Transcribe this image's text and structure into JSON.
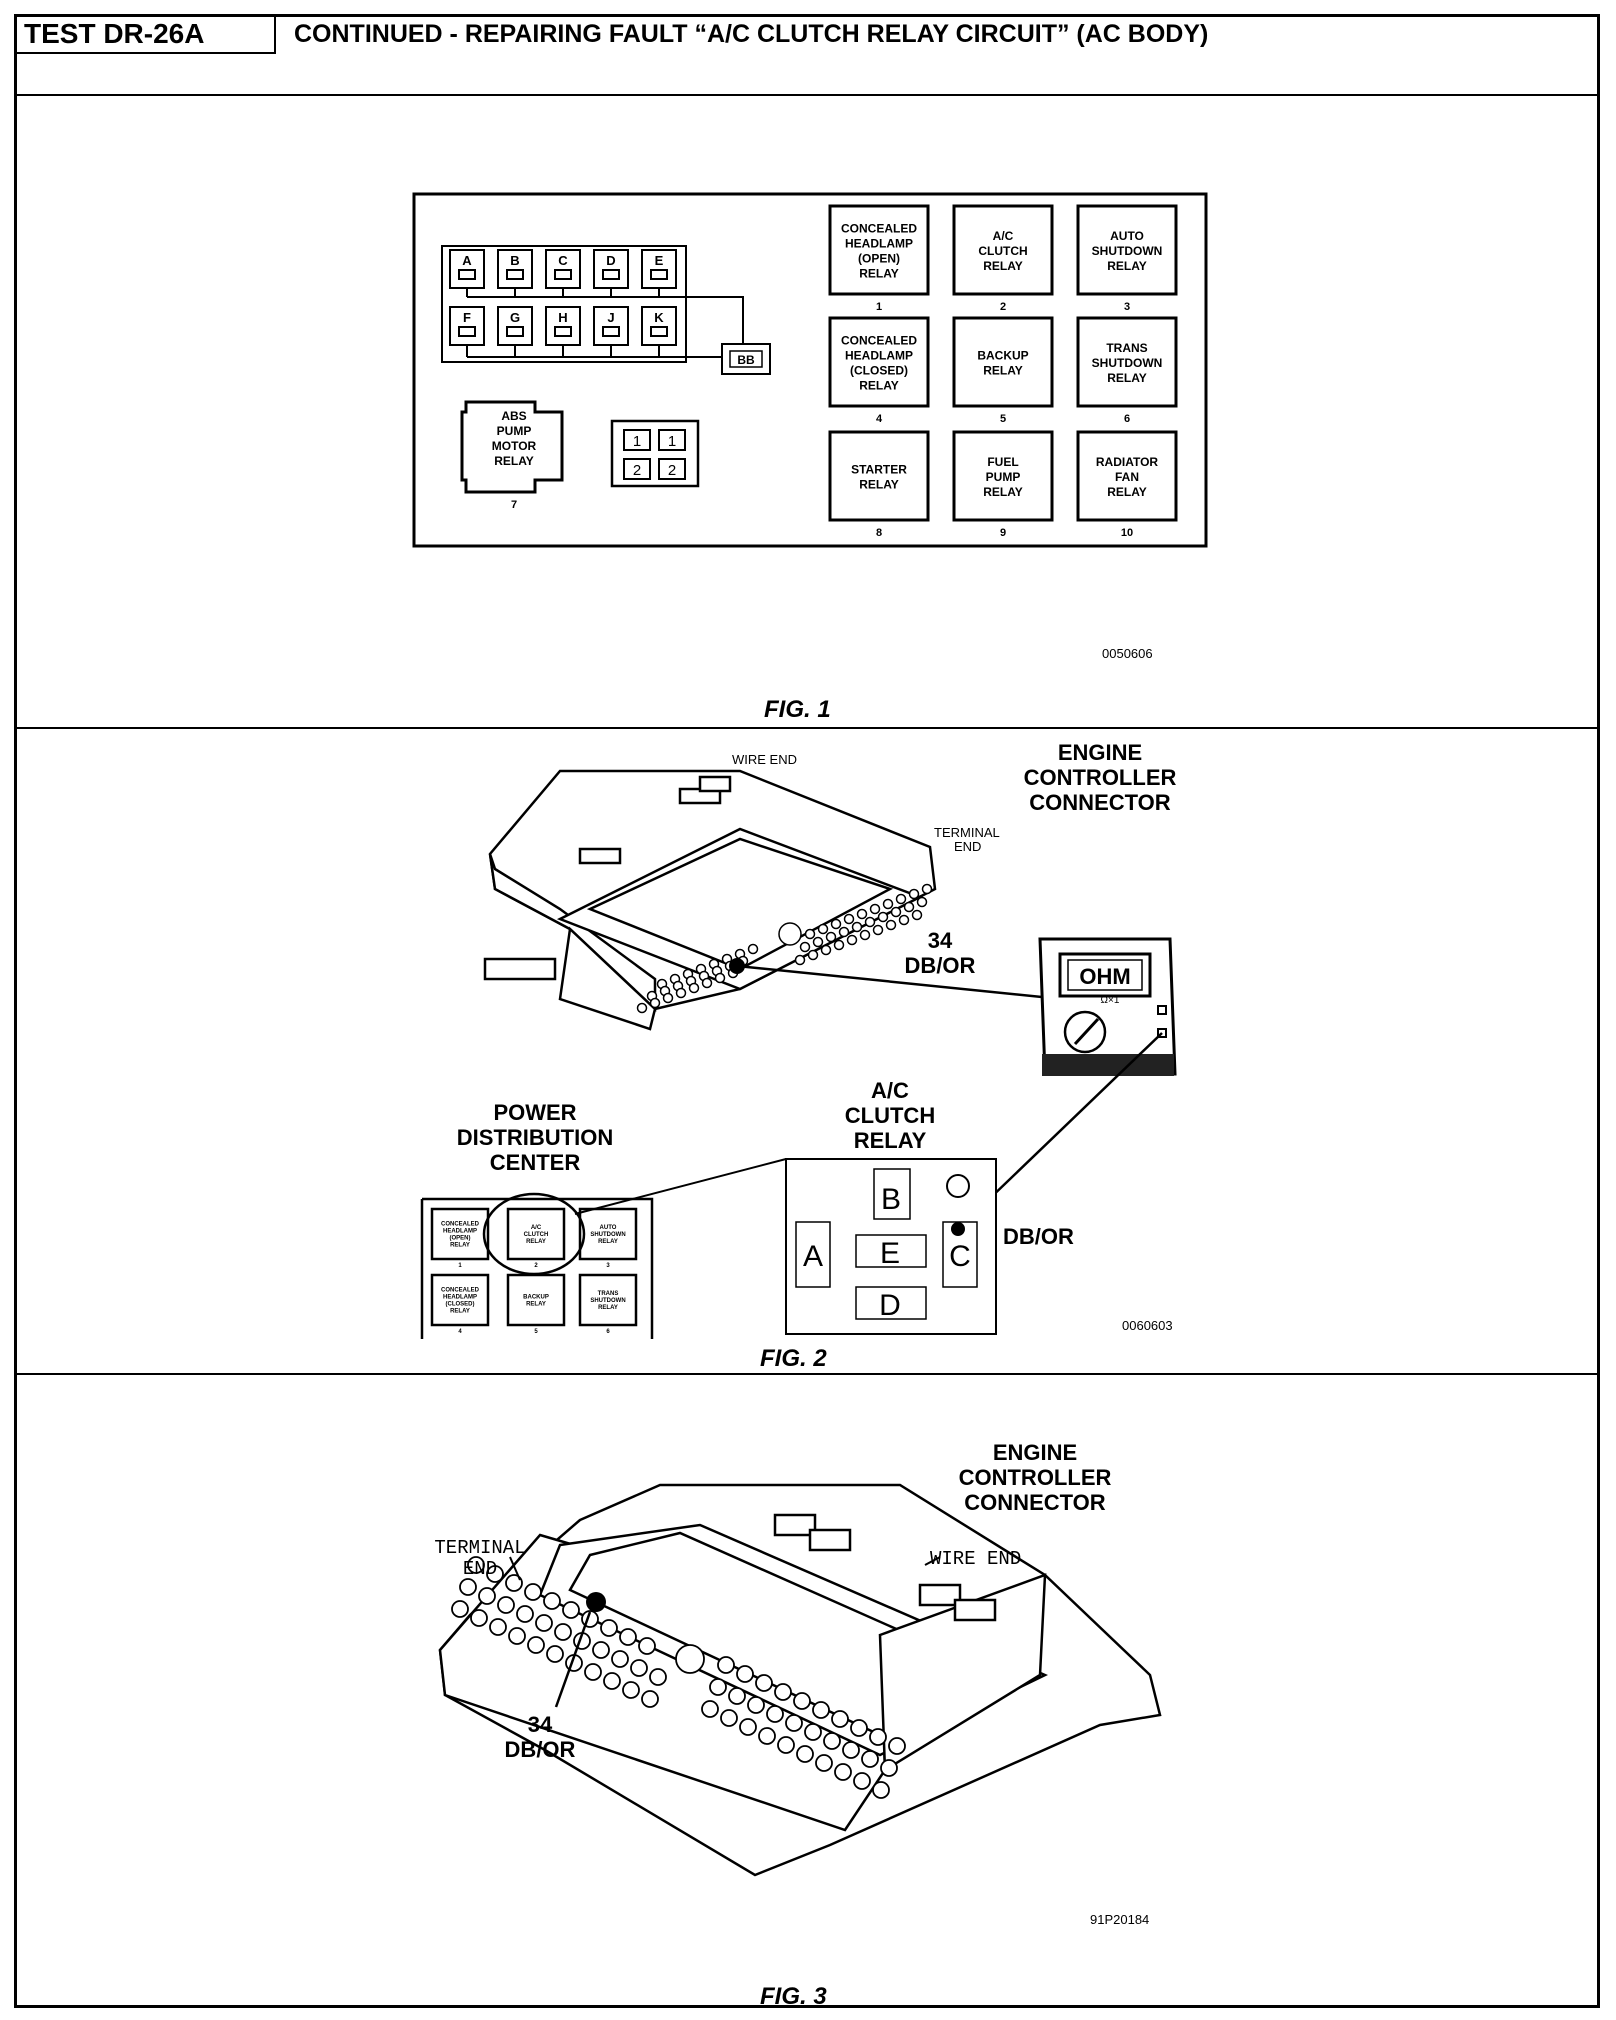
{
  "header": {
    "test_id": "TEST DR-26A",
    "title": "CONTINUED -  REPAIRING FAULT “A/C CLUTCH RELAY CIRCUIT”    (AC BODY)"
  },
  "fig1": {
    "caption": "FIG. 1",
    "code": "0050606",
    "fuse_top": [
      "A",
      "B",
      "C",
      "D",
      "E"
    ],
    "fuse_bottom": [
      "F",
      "G",
      "H",
      "J",
      "K"
    ],
    "bb_label": "BB",
    "abs_relay": {
      "lines": [
        "ABS",
        "PUMP",
        "MOTOR",
        "RELAY"
      ],
      "num": "7"
    },
    "small_block": [
      "1",
      "1",
      "2",
      "2"
    ],
    "relays": [
      {
        "lines": [
          "CONCEALED",
          "HEADLAMP",
          "(OPEN)",
          "RELAY"
        ],
        "num": "1"
      },
      {
        "lines": [
          "A/C",
          "CLUTCH",
          "RELAY"
        ],
        "num": "2"
      },
      {
        "lines": [
          "AUTO",
          "SHUTDOWN",
          "RELAY"
        ],
        "num": "3"
      },
      {
        "lines": [
          "CONCEALED",
          "HEADLAMP",
          "(CLOSED)",
          "RELAY"
        ],
        "num": "4"
      },
      {
        "lines": [
          "BACKUP",
          "RELAY"
        ],
        "num": "5"
      },
      {
        "lines": [
          "TRANS",
          "SHUTDOWN",
          "RELAY"
        ],
        "num": "6"
      },
      {
        "lines": [
          "STARTER",
          "RELAY"
        ],
        "num": "8"
      },
      {
        "lines": [
          "FUEL",
          "PUMP",
          "RELAY"
        ],
        "num": "9"
      },
      {
        "lines": [
          "RADIATOR",
          "FAN",
          "RELAY"
        ],
        "num": "10"
      }
    ]
  },
  "fig2": {
    "caption": "FIG. 2",
    "code": "0060603",
    "wire_end": "WIRE END",
    "terminal_end": [
      "TERMINAL",
      "END"
    ],
    "engine_label": [
      "ENGINE",
      "CONTROLLER",
      "CONNECTOR"
    ],
    "pin_label": [
      "34",
      "DB/OR"
    ],
    "meter_display": "OHM",
    "meter_range": "Ω×1",
    "pdc_label": [
      "POWER",
      "DISTRIBUTION",
      "CENTER"
    ],
    "relay_label": [
      "A/C",
      "CLUTCH",
      "RELAY"
    ],
    "relay_pins": [
      "A",
      "B",
      "C",
      "D",
      "E"
    ],
    "wire_label": "DB/OR",
    "pdc_mini": [
      {
        "lines": [
          "CONCEALED",
          "HEADLAMP",
          "(OPEN)",
          "RELAY"
        ],
        "num": "1"
      },
      {
        "lines": [
          "A/C",
          "CLUTCH",
          "RELAY"
        ],
        "num": "2"
      },
      {
        "lines": [
          "AUTO",
          "SHUTDOWN",
          "RELAY"
        ],
        "num": "3"
      },
      {
        "lines": [
          "CONCEALED",
          "HEADLAMP",
          "(CLOSED)",
          "RELAY"
        ],
        "num": "4"
      },
      {
        "lines": [
          "BACKUP",
          "RELAY"
        ],
        "num": "5"
      },
      {
        "lines": [
          "TRANS",
          "SHUTDOWN",
          "RELAY"
        ],
        "num": "6"
      }
    ]
  },
  "fig3": {
    "caption": "FIG. 3",
    "code": "91P20184",
    "engine_label": [
      "ENGINE",
      "CONTROLLER",
      "CONNECTOR"
    ],
    "terminal_end": [
      "TERMINAL",
      "END"
    ],
    "wire_end": "WIRE END",
    "pin_label": [
      "34",
      "DB/OR"
    ]
  }
}
